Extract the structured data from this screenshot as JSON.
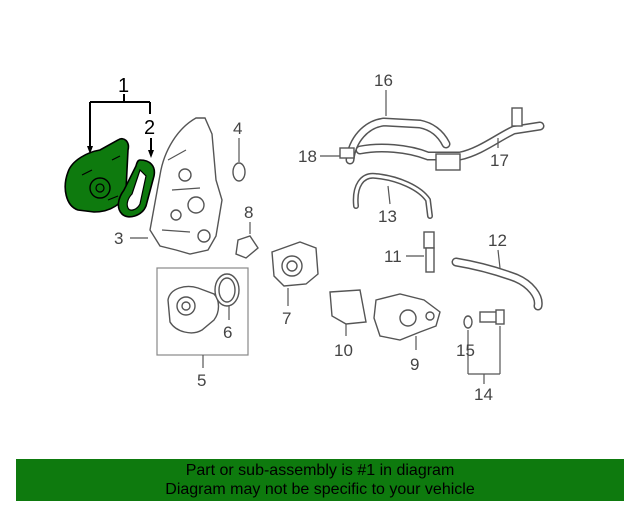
{
  "colors": {
    "highlight": "#0e7a0e",
    "banner_bg": "#0e7a0e",
    "banner_text": "#000000",
    "line": "#555555",
    "background": "#ffffff"
  },
  "callouts": {
    "c1": "1",
    "c2": "2",
    "c3": "3",
    "c4": "4",
    "c5": "5",
    "c6": "6",
    "c7": "7",
    "c8": "8",
    "c9": "9",
    "c10": "10",
    "c11": "11",
    "c12": "12",
    "c13": "13",
    "c14": "14",
    "c15": "15",
    "c16": "16",
    "c17": "17",
    "c18": "18"
  },
  "highlighted_parts": [
    "1",
    "2"
  ],
  "banner": {
    "line1": "Part or sub-assembly is #1 in diagram",
    "line2": "Diagram may not be specific to your vehicle"
  }
}
